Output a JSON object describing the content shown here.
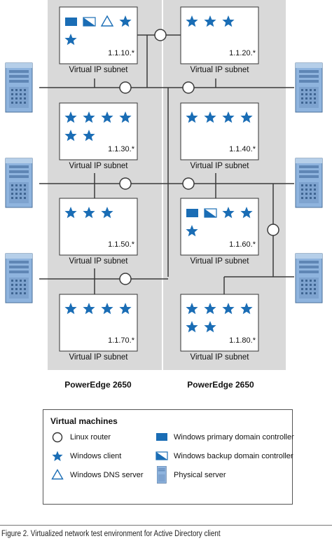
{
  "figure": {
    "caption": "Figure 2. Virtualized network test environment for Active Directory client"
  },
  "servers": [
    {
      "label": "PowerEdge 2650"
    },
    {
      "label": "PowerEdge 2650"
    }
  ],
  "vms": [
    {
      "subnet": "1.1.10.*",
      "label": "Virtual IP subnet",
      "icons": [
        "primary-dc",
        "backup-dc",
        "dns",
        "client",
        "client"
      ]
    },
    {
      "subnet": "1.1.20.*",
      "label": "Virtual IP subnet",
      "icons": [
        "client",
        "client",
        "client"
      ]
    },
    {
      "subnet": "1.1.30.*",
      "label": "Virtual IP subnet",
      "icons": [
        "client",
        "client",
        "client",
        "client",
        "client",
        "client"
      ]
    },
    {
      "subnet": "1.1.40.*",
      "label": "Virtual IP subnet",
      "icons": [
        "client",
        "client",
        "client",
        "client"
      ]
    },
    {
      "subnet": "1.1.50.*",
      "label": "Virtual IP subnet",
      "icons": [
        "client",
        "client",
        "client"
      ]
    },
    {
      "subnet": "1.1.60.*",
      "label": "Virtual IP subnet",
      "icons": [
        "primary-dc",
        "backup-dc",
        "client",
        "client",
        "client"
      ]
    },
    {
      "subnet": "1.1.70.*",
      "label": "Virtual IP subnet",
      "icons": [
        "client",
        "client",
        "client",
        "client"
      ]
    },
    {
      "subnet": "1.1.80.*",
      "label": "Virtual IP subnet",
      "icons": [
        "client",
        "client",
        "client",
        "client",
        "client",
        "client"
      ]
    }
  ],
  "legend": {
    "title": "Virtual machines",
    "items": [
      {
        "icon": "router",
        "label": "Linux router"
      },
      {
        "icon": "client",
        "label": "Windows client"
      },
      {
        "icon": "dns",
        "label": "Windows DNS server"
      },
      {
        "icon": "primary-dc",
        "label": "Windows primary domain controller"
      },
      {
        "icon": "backup-dc",
        "label": "Windows backup domain controller"
      },
      {
        "icon": "physical-server",
        "label": "Physical server"
      }
    ]
  },
  "colors": {
    "accent": "#1a6db5",
    "panel": "#d9d9d9",
    "server": "#8fb4de",
    "line": "#3a3a3a"
  }
}
